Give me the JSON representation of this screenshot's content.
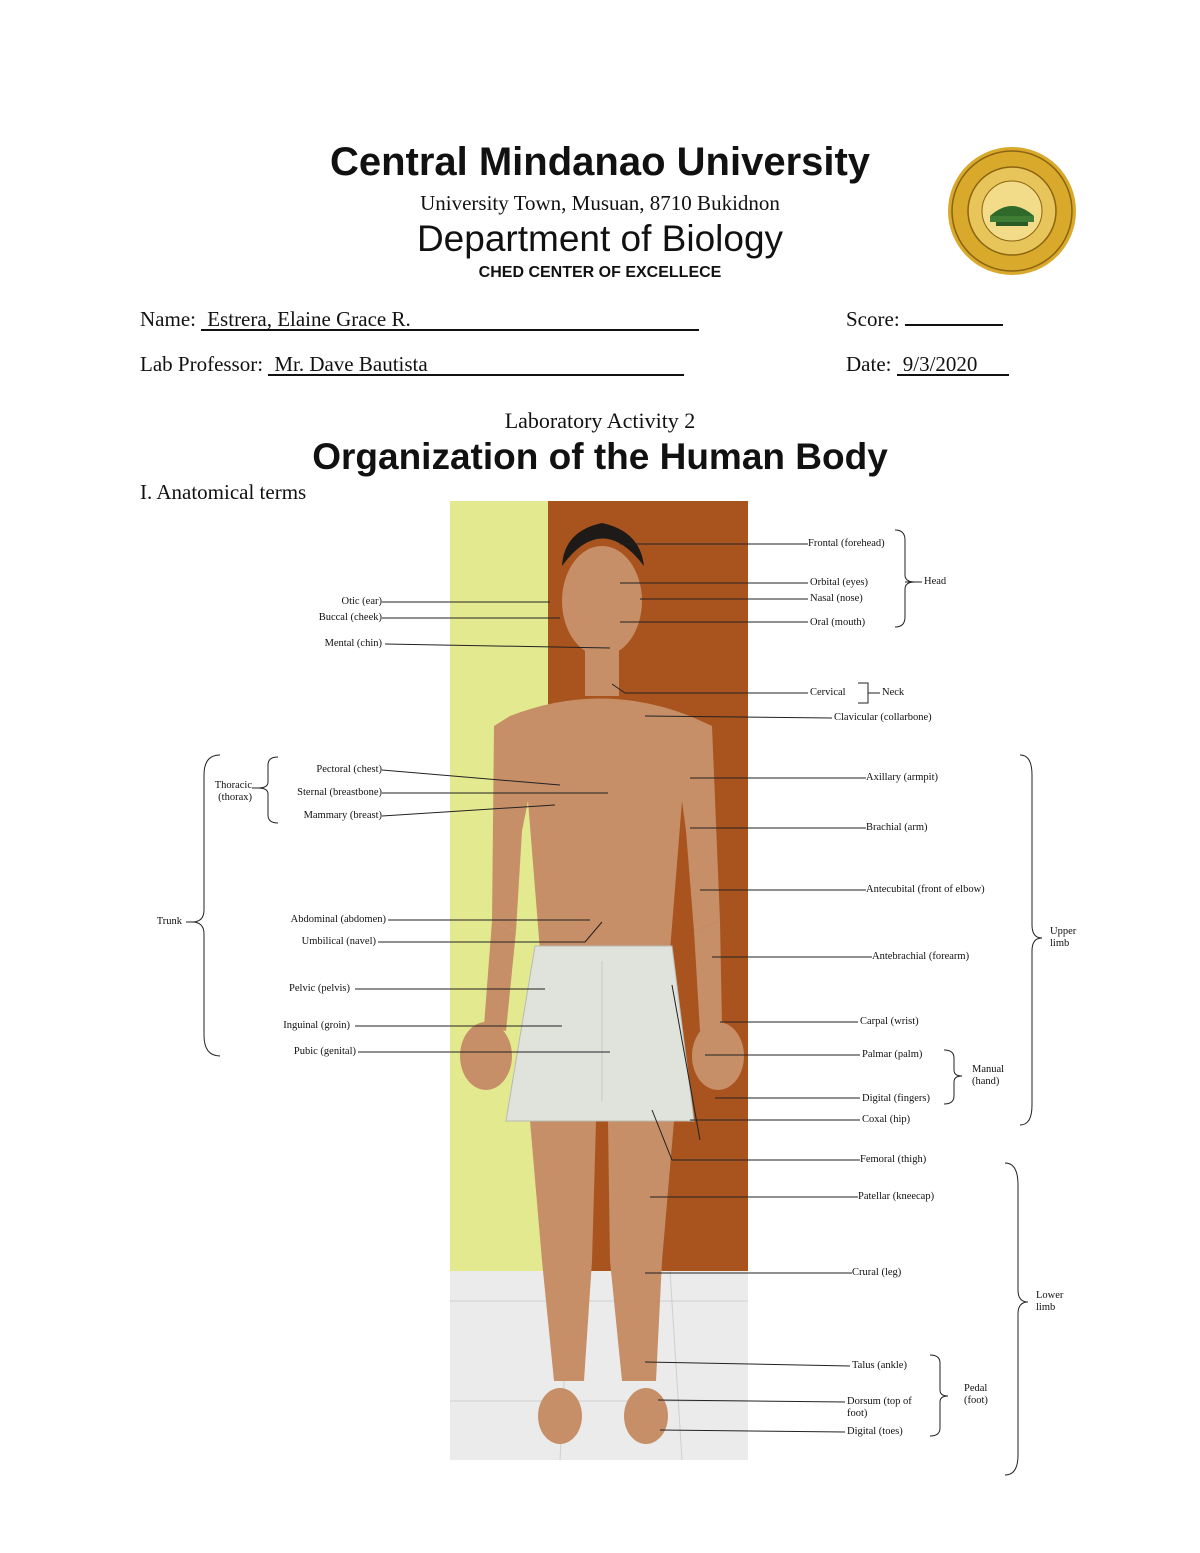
{
  "header": {
    "university": "Central Mindanao University",
    "address": "University Town, Musuan, 8710 Bukidnon",
    "department": "Department of Biology",
    "ched": "CHED CENTER OF EXCELLECE"
  },
  "fields": {
    "name_label": "Name:",
    "name_value": "Estrera, Elaine Grace R.",
    "score_label": "Score:",
    "score_value": "",
    "prof_label": "Lab Professor:",
    "prof_value": "Mr. Dave Bautista",
    "date_label": "Date:",
    "date_value": "9/3/2020"
  },
  "activity": {
    "number": "Laboratory Activity 2",
    "title": "Organization of the Human Body",
    "section": "I. Anatomical terms"
  },
  "labels": {
    "frontal": "Frontal (forehead)",
    "orbital": "Orbital (eyes)",
    "nasal": "Nasal (nose)",
    "oral": "Oral (mouth)",
    "head": "Head",
    "otic": "Otic (ear)",
    "buccal": "Buccal (cheek)",
    "mental": "Mental (chin)",
    "cervical": "Cervical",
    "neck": "Neck",
    "clavicular": "Clavicular (collarbone)",
    "thoracic": "Thoracic (thorax)",
    "pectoral": "Pectoral (chest)",
    "sternal": "Sternal (breastbone)",
    "mammary": "Mammary (breast)",
    "axillary": "Axillary (armpit)",
    "brachial": "Brachial (arm)",
    "antecubital": "Antecubital (front of elbow)",
    "trunk": "Trunk",
    "abdominal": "Abdominal (abdomen)",
    "umbilical": "Umbilical (navel)",
    "antebrachial": "Antebrachial (forearm)",
    "upper_limb": "Upper limb",
    "pelvic": "Pelvic (pelvis)",
    "inguinal": "Inguinal (groin)",
    "pubic": "Pubic (genital)",
    "carpal": "Carpal (wrist)",
    "palmar": "Palmar (palm)",
    "digital_fingers": "Digital (fingers)",
    "manual": "Manual (hand)",
    "coxal": "Coxal (hip)",
    "femoral": "Femoral (thigh)",
    "patellar": "Patellar (kneecap)",
    "crural": "Crural (leg)",
    "lower_limb": "Lower limb",
    "talus": "Talus (ankle)",
    "dorsum": "Dorsum (top of foot)",
    "digital_toes": "Digital (toes)",
    "pedal": "Pedal (foot)"
  },
  "colors": {
    "wall_left": "#e3e98f",
    "wall_right": "#a9541e",
    "seal_gold": "#d9a92c",
    "floor": "#ebebeb"
  }
}
